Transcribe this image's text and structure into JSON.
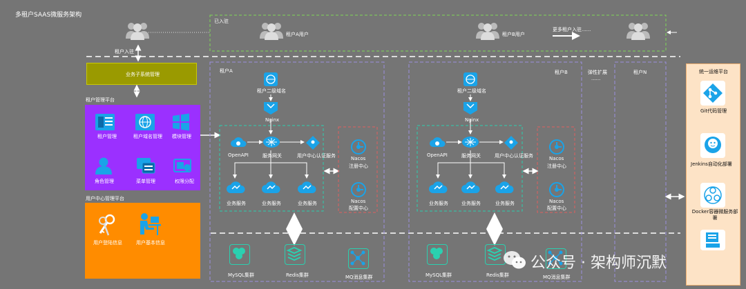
{
  "title": "多租户SAAS微服务架构",
  "top": {
    "checked_in_label": "已入驻",
    "tenant_a_user": "租户A用户",
    "tenant_b_user": "租户B用户",
    "more_tenants": "更多租户入驻......",
    "tenant_onboard": "租户入驻"
  },
  "business_mgmt": "业务子系统管理",
  "tenant_mgmt": {
    "title": "租户管理平台",
    "items": [
      {
        "label": "租户管理",
        "icon": "tenant-manage-icon"
      },
      {
        "label": "租户域名管理",
        "icon": "domain-manage-icon"
      },
      {
        "label": "模块管理",
        "icon": "windows-module-icon"
      },
      {
        "label": "角色管理",
        "icon": "role-user-icon"
      },
      {
        "label": "菜单管理",
        "icon": "menu-icon"
      },
      {
        "label": "权限分配",
        "icon": "permission-icon"
      }
    ]
  },
  "tenant_center": {
    "title": "用户中心管理平台",
    "items": [
      {
        "label": "用户登陆信息",
        "icon": "keys-icon"
      },
      {
        "label": "用户基本信息",
        "icon": "user-desk-icon"
      }
    ]
  },
  "tenant_a": {
    "label": "租户A",
    "domain": "租户二级域名",
    "nginx": "Nginx",
    "openapi": "OpenAPI",
    "gateway": "服务网关",
    "auth": "用户中心认证服务",
    "nacos_reg": "Nacos",
    "nacos_reg_sub": "注册中心",
    "nacos_cfg": "Nacos",
    "nacos_cfg_sub": "配置中心",
    "services": [
      "业务服务",
      "业务服务",
      "业务服务"
    ],
    "mysql": "MySQL集群",
    "redis": "Redis集群",
    "mq": "MQ消息集群"
  },
  "tenant_b": {
    "label": "租户B",
    "domain": "租户二级域名",
    "nginx": "Nginx",
    "openapi": "OpenAPI",
    "gateway": "服务网关",
    "auth": "用户中心认证服务",
    "nacos_reg": "Nacos",
    "nacos_reg_sub": "注册中心",
    "nacos_cfg": "Nacos",
    "nacos_cfg_sub": "配置中心",
    "services": [
      "业务服务",
      "业务服务",
      "业务服务"
    ],
    "mysql": "MySQL集群",
    "redis": "Redis集群",
    "mq": "MQ消息集群"
  },
  "elastic": {
    "label": "弹性扩展",
    "dots": "......"
  },
  "tenant_n": {
    "label": "租户N"
  },
  "ops": {
    "title": "统一运维平台",
    "items": [
      {
        "label": "Git代码管理",
        "icon": "git-icon"
      },
      {
        "label": "Jenkins自动化部署",
        "icon": "jenkins-icon"
      },
      {
        "label": "Docker容器微服务部署",
        "icon": "docker-icon"
      },
      {
        "label": "",
        "icon": "monitor-icon"
      }
    ]
  },
  "watermark": "公众号 · 架构师沉默",
  "colors": {
    "background": "#757575",
    "olive": "#9a9a00",
    "purple": "#9b30ff",
    "orange": "#ff8c00",
    "icon_blue": "#1aa3e8",
    "green_dash": "#7ed957",
    "teal_dash": "#2bd0b0",
    "red_dash": "#e06060",
    "lavender_dash": "#9b8fe0"
  }
}
